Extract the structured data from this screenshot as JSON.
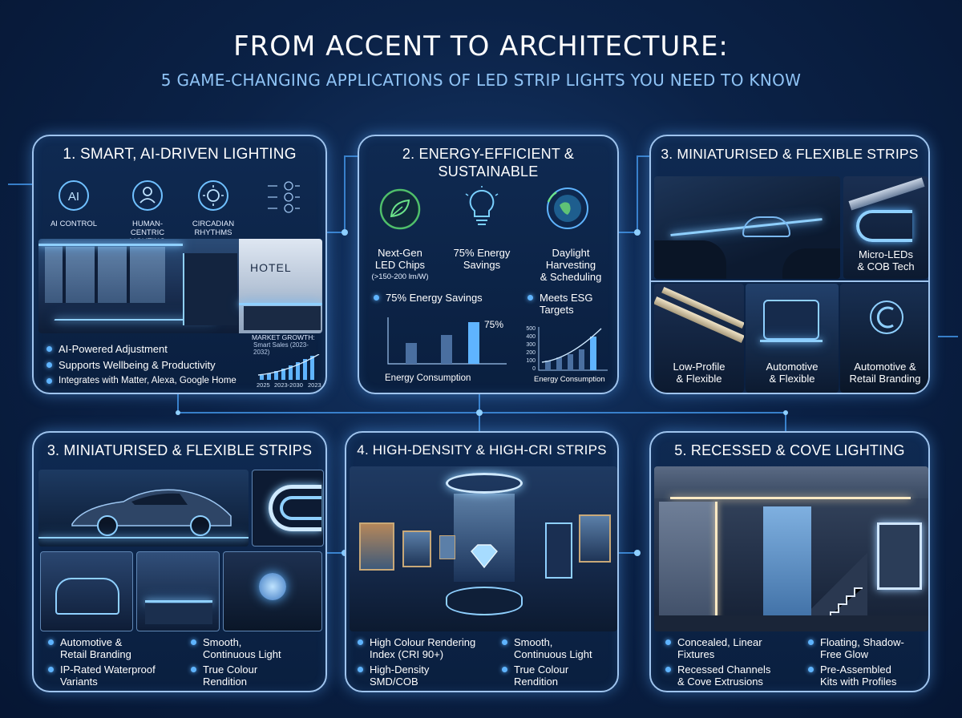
{
  "header": {
    "title": "FROM ACCENT TO ARCHITECTURE:",
    "subtitle": "5 GAME-CHANGING APPLICATIONS OF LED STRIP LIGHTS YOU NEED TO KNOW"
  },
  "card1": {
    "title": "1. SMART, AI-DRIVEN LIGHTING",
    "icons": [
      "AI CONTROL",
      "HUMAN-CENTRIC LIGHTING",
      "CIRCADIAN RHYTHMS"
    ],
    "ai_glyph": "AI",
    "hotel_sign": "HOTEL",
    "bullets": [
      "AI-Powered Adjustment",
      "Supports Wellbeing & Productivity",
      "Integrates with Matter, Alexa, Google Home"
    ],
    "chart_title": "MARKET GROWTH:",
    "chart_sub": "Smart Sales (2023-2032)",
    "chart_ticks": [
      "2025",
      "2023-2030",
      "2023"
    ]
  },
  "card2": {
    "title_line1": "2. ENERGY-EFFICIENT &",
    "title_line2": "SUSTAINABLE",
    "features": [
      {
        "label_line1": "Next-Gen",
        "label_line2": "LED Chips",
        "note": "(>150-200 lm/W)"
      },
      {
        "label_line1": "75% Energy",
        "label_line2": "Savings"
      },
      {
        "label_line1": "Daylight",
        "label_line2": "Harvesting",
        "label_line3": "& Scheduling"
      }
    ],
    "bullets": [
      "75% Energy Savings",
      "Meets ESG Targets"
    ],
    "left_chart_pct": "75%",
    "left_chart_label": "Energy Consumption",
    "right_chart_label": "Energy Consumption",
    "right_chart_ticks": [
      "500",
      "400",
      "300",
      "200",
      "100",
      "0"
    ]
  },
  "card3": {
    "title": "3. MINIATURISED & FLEXIBLE STRIPS",
    "labels": {
      "micro_line1": "Micro-LEDs",
      "micro_line2": "& COB Tech",
      "lowprofile_line1": "Low-Profile",
      "lowprofile_line2": "& Flexible",
      "automotive_line1": "Automotive",
      "automotive_line2": "& Flexible",
      "retail_line1": "Automotive &",
      "retail_line2": "Retail Branding"
    }
  },
  "card4": {
    "title": "3. MINIATURISED & FLEXIBLE STRIPS",
    "bullets": [
      {
        "line1": "Automotive &",
        "line2": "Retail Branding"
      },
      {
        "line1": "Smooth,",
        "line2": "Continuous Light"
      },
      {
        "line1": "IP-Rated Waterproof",
        "line2": "Variants"
      },
      {
        "line1": "True Colour",
        "line2": "Rendition"
      }
    ]
  },
  "card5": {
    "title": "4. HIGH-DENSITY & HIGH-CRI STRIPS",
    "bullets": [
      {
        "line1": "High Colour Rendering",
        "line2": "Index (CRI 90+)"
      },
      {
        "line1": "Smooth,",
        "line2": "Continuous Light"
      },
      {
        "line1": "High-Density",
        "line2": "SMD/COB"
      },
      {
        "line1": "True Colour",
        "line2": "Rendition"
      }
    ]
  },
  "card6": {
    "title": "5. RECESSED & COVE LIGHTING",
    "bullets": [
      {
        "line1": "Concealed, Linear",
        "line2": "Fixtures"
      },
      {
        "line1": "Floating, Shadow-",
        "line2": "Free Glow"
      },
      {
        "line1": "Recessed Channels",
        "line2": "& Cove Extrusions"
      },
      {
        "line1": "Pre-Assembled",
        "line2": "Kits with Profiles"
      }
    ]
  },
  "colors": {
    "accent": "#5fb4ff",
    "border": "#9fc4ee",
    "background": "#0b2247",
    "leaf_green": "#4fbf6a"
  }
}
